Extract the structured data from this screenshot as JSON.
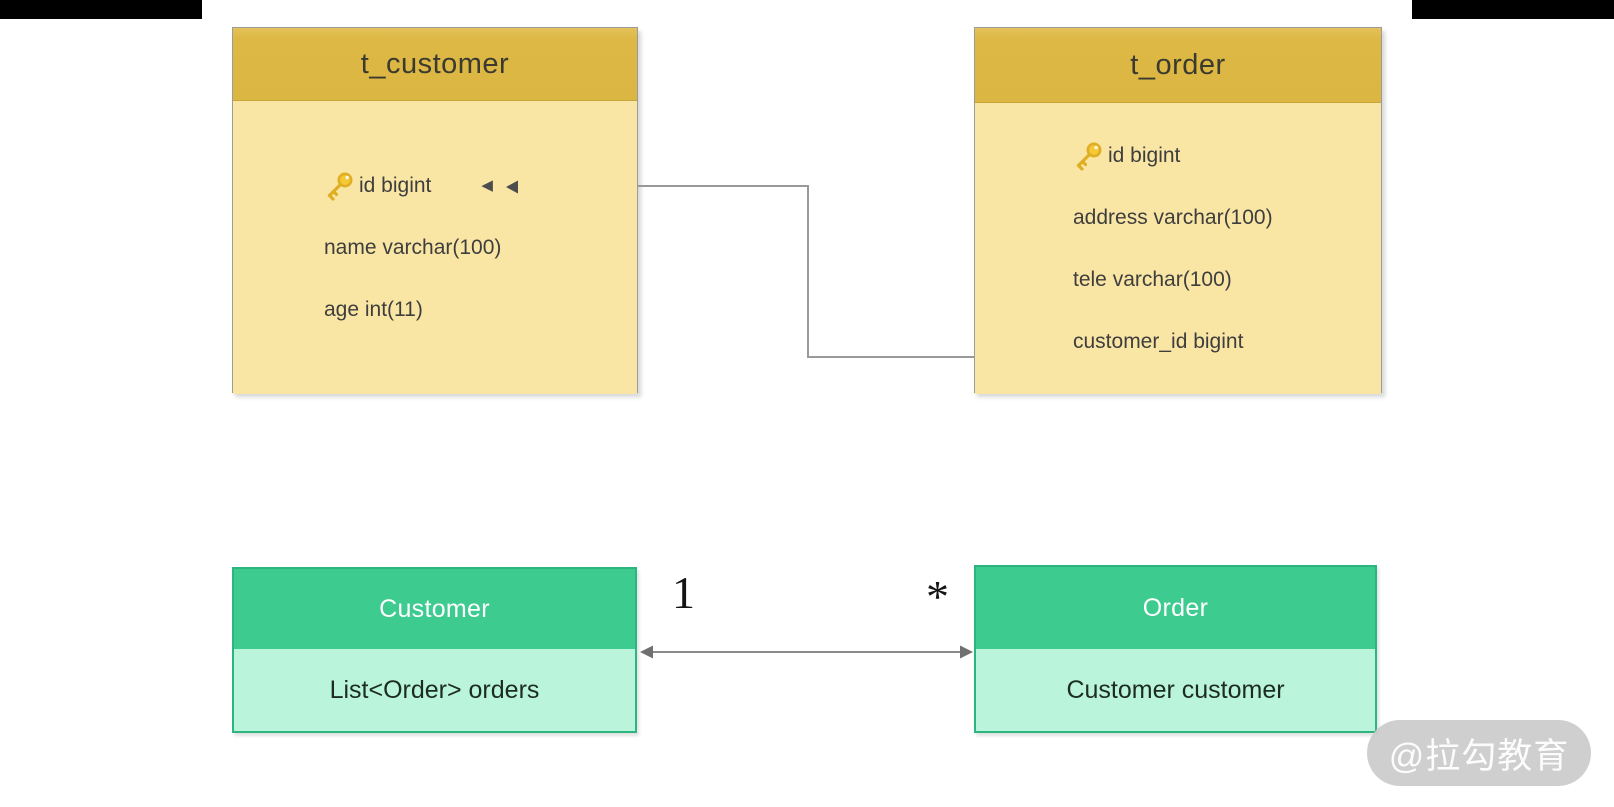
{
  "er_diagram": {
    "tables": [
      {
        "title": "t_customer",
        "fields": [
          {
            "name": "id bigint",
            "primary_key": true
          },
          {
            "name": "name varchar(100)",
            "primary_key": false
          },
          {
            "name": "age int(11)",
            "primary_key": false
          }
        ]
      },
      {
        "title": "t_order",
        "fields": [
          {
            "name": "id bigint",
            "primary_key": true
          },
          {
            "name": "address varchar(100)",
            "primary_key": false
          },
          {
            "name": "tele varchar(100)",
            "primary_key": false
          },
          {
            "name": "customer_id bigint",
            "primary_key": false
          }
        ]
      }
    ],
    "relationship": "t_customer.id - t_order.customer_id"
  },
  "class_diagram": {
    "classes": [
      {
        "title": "Customer",
        "attribute": "List<Order> orders"
      },
      {
        "title": "Order",
        "attribute": "Customer customer"
      }
    ],
    "relation": {
      "source_multiplicity": "1",
      "target_multiplicity": "*"
    }
  },
  "icons": {
    "primary_key": "key-icon",
    "relation_marker": "◀"
  },
  "watermark": {
    "text": "@拉勾教育"
  },
  "colors": {
    "table_header": "#ddb844",
    "table_body": "#fae6a4",
    "class_header": "#3ecb90",
    "class_body": "#baf4da",
    "class_border": "#2cb57e",
    "connector": "#999999",
    "corner_bars": "#000000",
    "watermark_bg": "#cbcbcb"
  }
}
